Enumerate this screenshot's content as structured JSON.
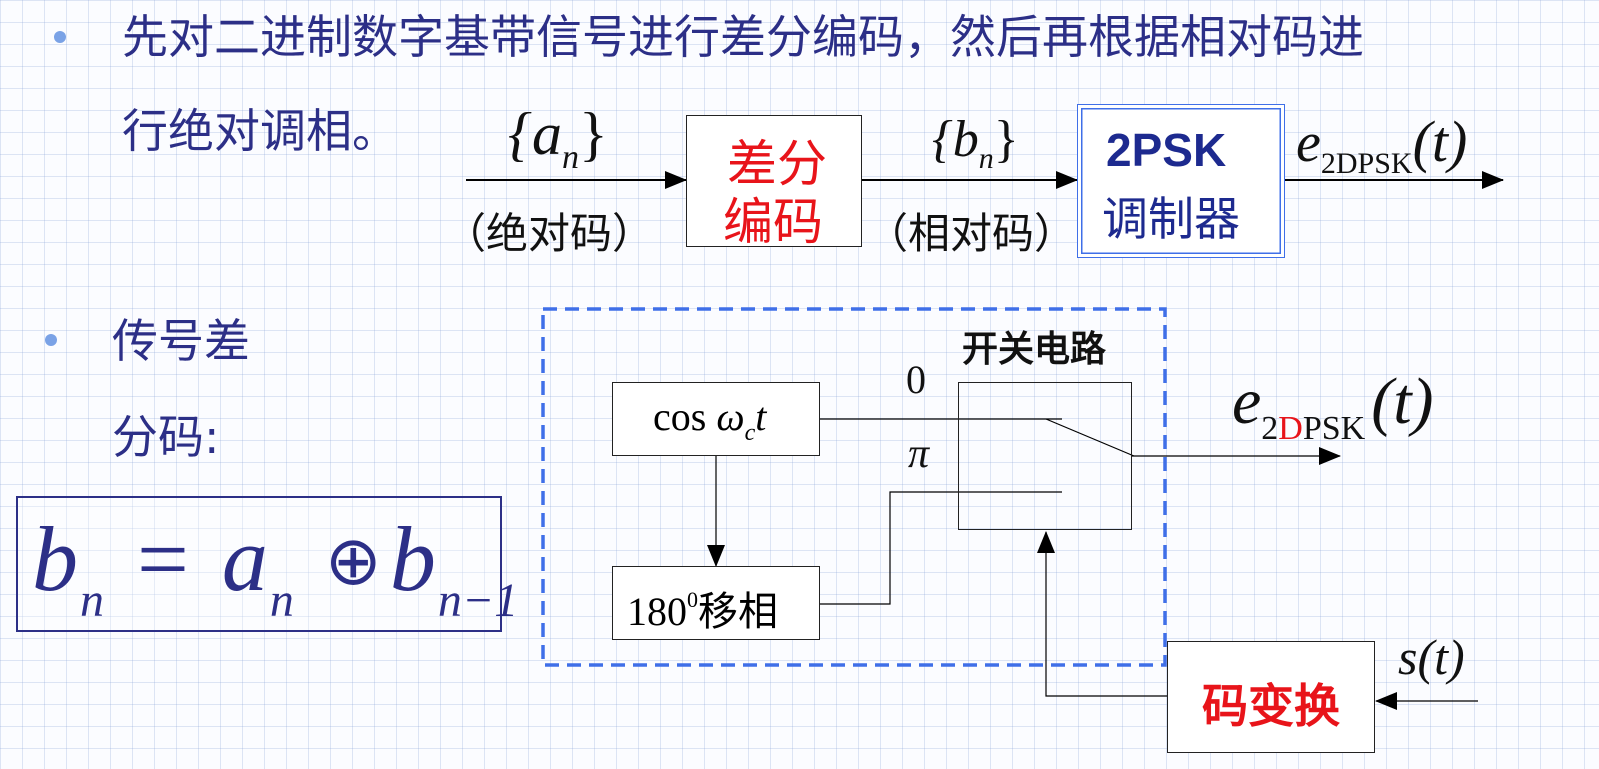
{
  "bullets": {
    "intro_line1": "先对二进制数字基带信号进行差分编码，然后再根据相对码进",
    "intro_line2": "行绝对调相。",
    "diff_line1": "传号差",
    "diff_line2": "分码:"
  },
  "formula": {
    "text": "b_n = a_n ⊕ b_{n-1}",
    "b": "b",
    "n": "n",
    "eq": "=",
    "a": "a",
    "xor": "⊕",
    "sub": "n−1"
  },
  "top_diagram": {
    "input_symbol": "{a",
    "input_sub": "n",
    "input_close": "}",
    "input_note": "（绝对码）",
    "diff_block_line1": "差分",
    "diff_block_line2": "编码",
    "mid_symbol": "{b",
    "mid_sub": "n",
    "mid_close": "}",
    "mid_note": "（相对码）",
    "psk_block_line1": "2PSK",
    "psk_block_line2": "调制器",
    "output_e": "e",
    "output_sub": "2DPSK",
    "output_t": "(t)"
  },
  "bottom_diagram": {
    "switch_title": "开关电路",
    "carrier_cos": "cos",
    "carrier_omega": "ω",
    "carrier_sub": "c",
    "carrier_t": "t",
    "shifter_num": "180",
    "shifter_sup": "0",
    "shifter_text": "移相",
    "phase_0": "0",
    "phase_pi": "π",
    "output_e": "e",
    "output_sub_2": "2",
    "output_sub_D": "D",
    "output_sub_rest": "PSK",
    "output_t": "(t)",
    "input_s": "s",
    "input_t": "(t)",
    "code_block": "码变换"
  },
  "colors": {
    "text_navy": "#2c2f87",
    "red": "#e8141a",
    "bullet": "#7aa2e6",
    "dashed_border": "#3f6fe8",
    "psk_text": "#1d2a8f"
  }
}
